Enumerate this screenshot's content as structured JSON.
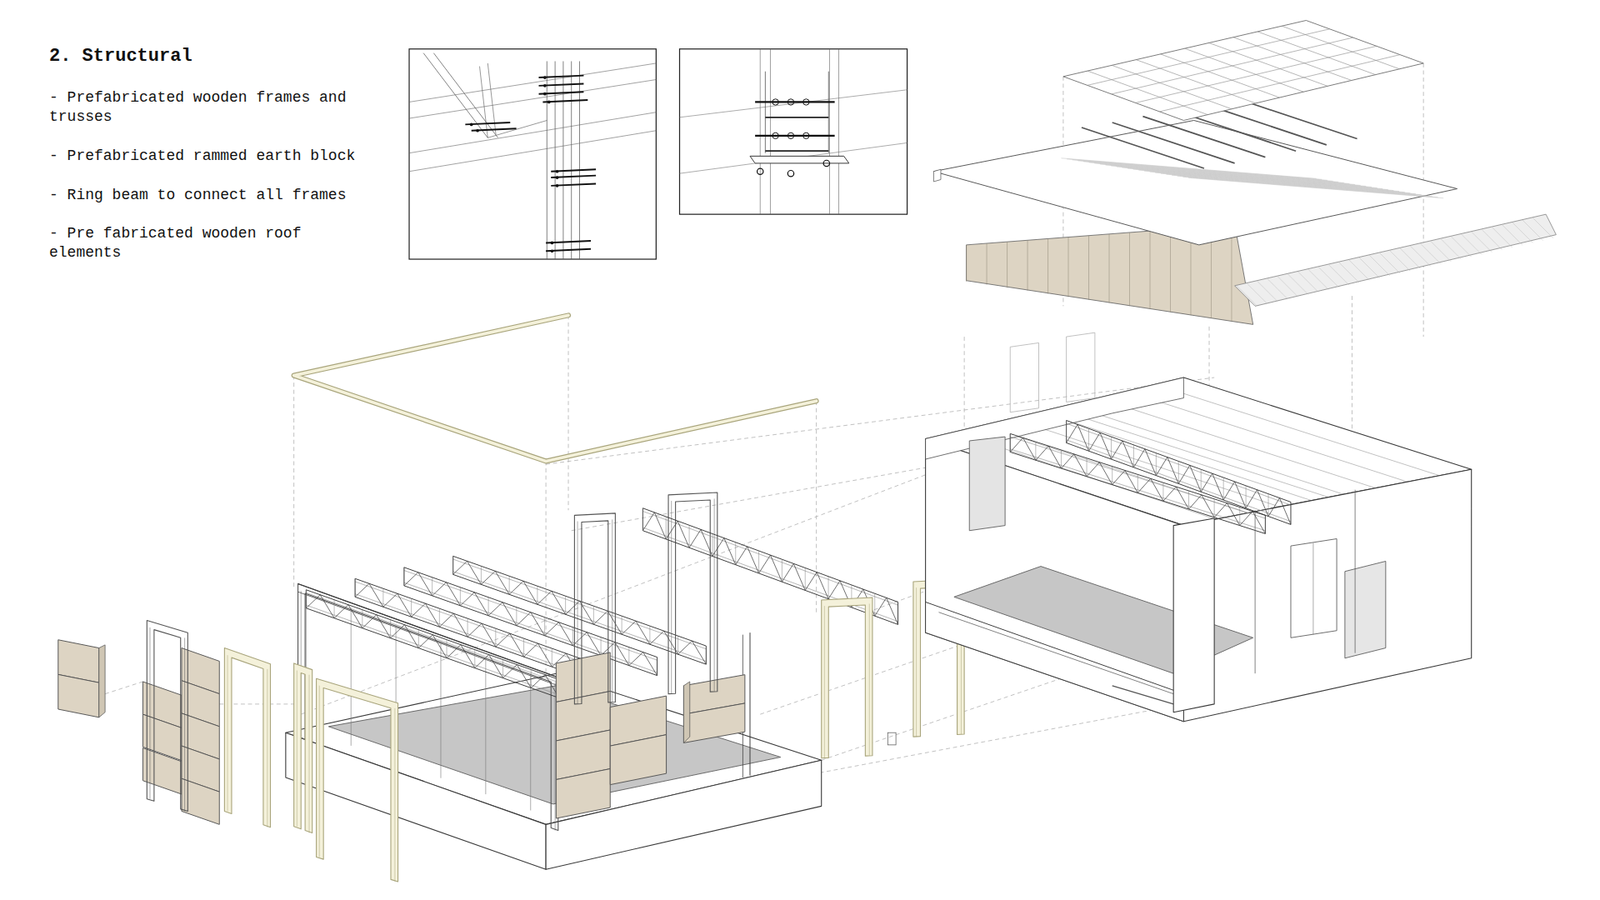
{
  "diagram": {
    "title": "2. Structural",
    "labels": [
      "- Prefabricated wooden frames and trusses",
      "- Prefabricated rammed earth block",
      "- Ring beam to connect all frames",
      "- Pre fabricated wooden roof elements"
    ]
  }
}
